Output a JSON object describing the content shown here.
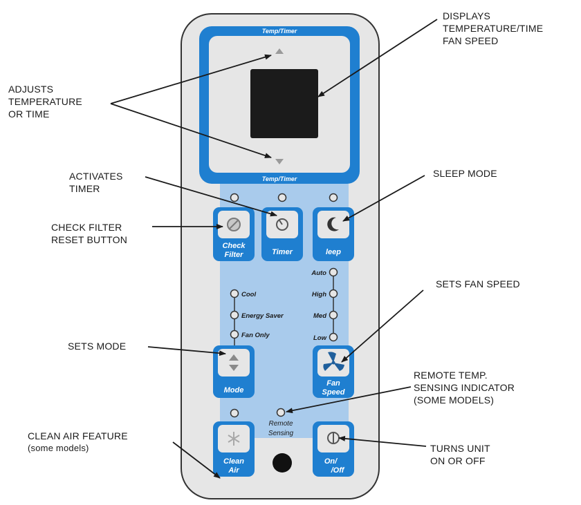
{
  "panel": {
    "frame_top_label": "Temp/Timer",
    "frame_bottom_label": "Temp/Timer",
    "buttons": {
      "check_filter": [
        "Check",
        "Filter"
      ],
      "timer": "Timer",
      "sleep": "leep",
      "mode": "Mode",
      "fan_speed": [
        "Fan",
        "Speed"
      ],
      "clean_air": [
        "Clean",
        "Air"
      ],
      "on_off": [
        "On/",
        "/Off"
      ]
    },
    "mode_options": [
      "Cool",
      "Energy Saver",
      "Fan Only"
    ],
    "fan_options": [
      "Auto",
      "High",
      "Med",
      "Low"
    ],
    "remote_sensing": [
      "Remote",
      "Sensing"
    ]
  },
  "callouts": {
    "displays": [
      "DISPLAYS",
      "TEMPERATURE/TIME",
      "FAN SPEED"
    ],
    "adjusts": [
      "ADJUSTS",
      "TEMPERATURE",
      "OR TIME"
    ],
    "activates": [
      "ACTIVATES",
      "TIMER"
    ],
    "sleep_mode": [
      "SLEEP MODE"
    ],
    "check_filter": [
      "CHECK FILTER",
      "RESET BUTTON"
    ],
    "sets_fan_speed": [
      "SETS FAN SPEED"
    ],
    "sets_mode": [
      "SETS MODE"
    ],
    "remote_temp": [
      "REMOTE TEMP.",
      "SENSING INDICATOR",
      "(SOME MODELS)"
    ],
    "clean_air": [
      "CLEAN AIR FEATURE",
      "(some models)"
    ],
    "turns_unit": [
      "TURNS UNIT",
      "ON OR OFF"
    ]
  },
  "colors": {
    "accent_blue": "#1f7fd0",
    "light_blue": "#a9cbec",
    "panel_gray": "#e6e6e6",
    "display_dark": "#1b1b1b"
  }
}
